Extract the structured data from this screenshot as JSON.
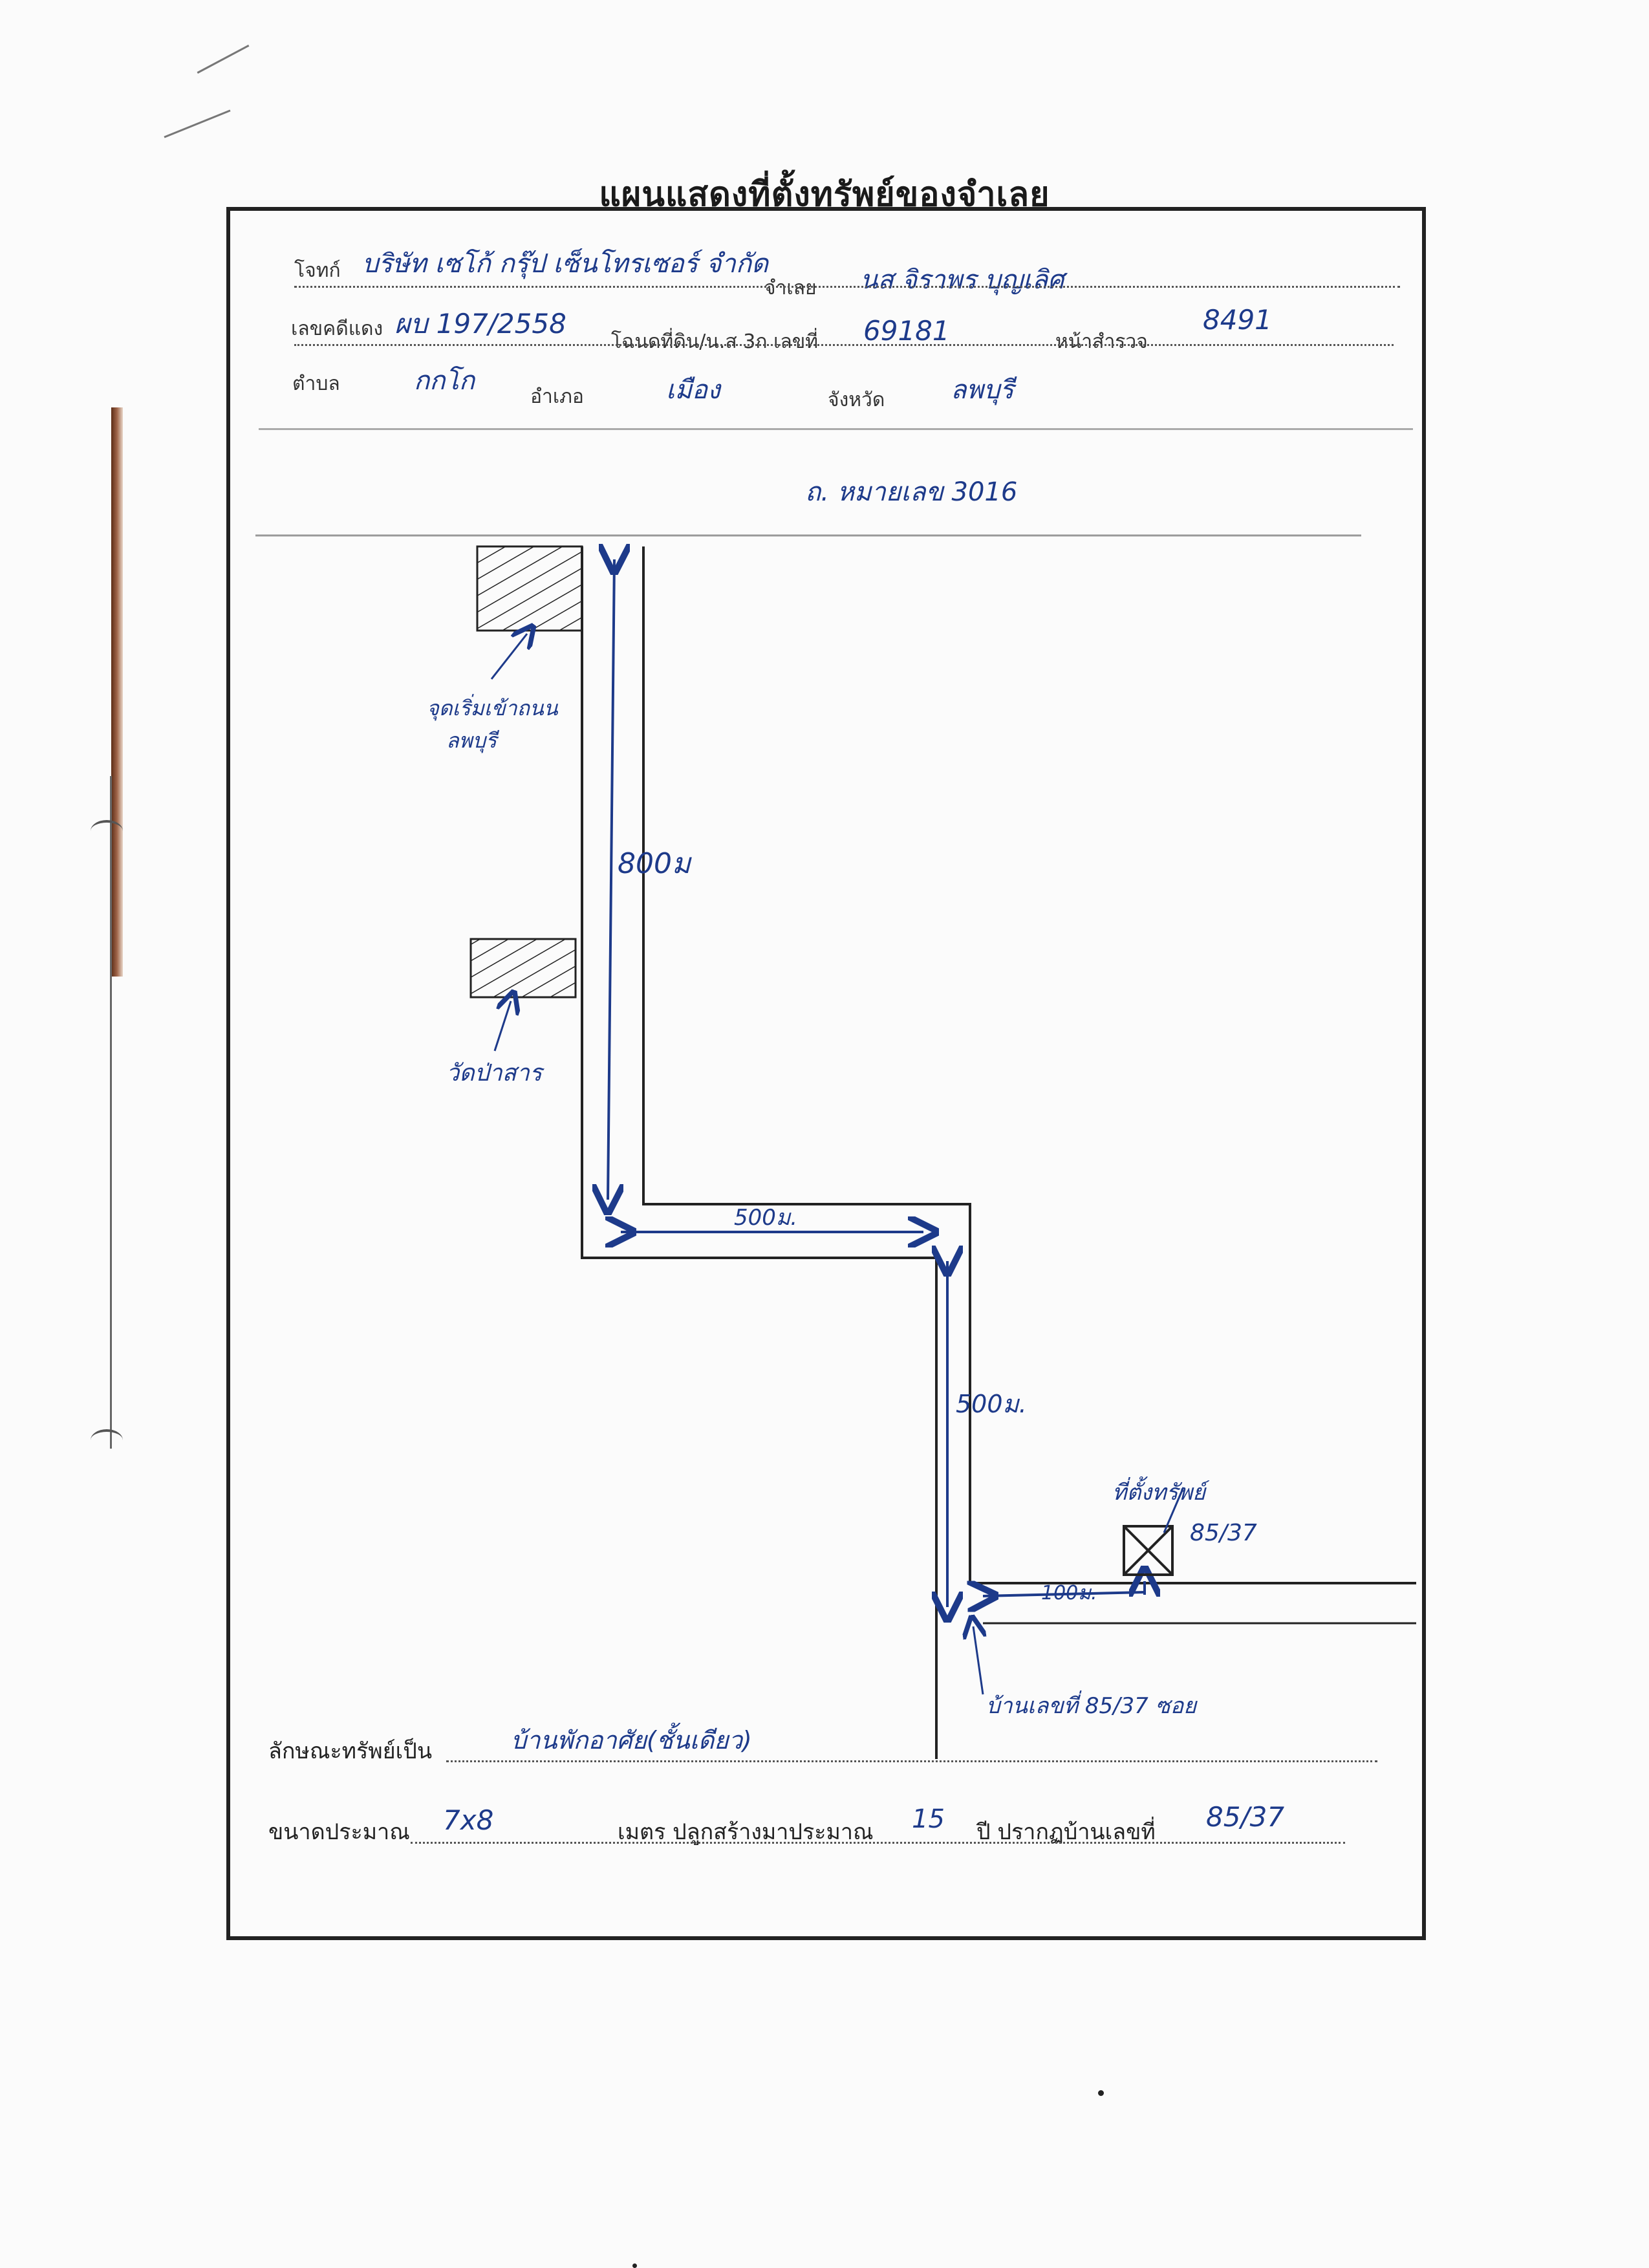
{
  "document": {
    "title": "แผนแสดงที่ตั้งทรัพย์ของจำเลย"
  },
  "header": {
    "plaintiff_label": "โจทก์",
    "plaintiff_value": "บริษัท เซโก้ กรุ๊ป เซ็นโทรเซอร์ จำกัด",
    "defendant_label": "จำเลย",
    "defendant_value": "นส จิราพร บุญเลิศ",
    "case_label": "เลขคดีแดง",
    "case_value": "ผบ 197/2558",
    "deed_label": "โฉนดที่ดิน/น.ส 3ก เลขที่",
    "deed_value": "69181",
    "survey_label": "หน้าสำรวจ",
    "survey_value": "8491",
    "subdistrict_label": "ตำบล",
    "subdistrict_value": "กกโก",
    "district_label": "อำเภอ",
    "district_value": "เมือง",
    "province_label": "จังหวัด",
    "province_value": "ลพบุรี"
  },
  "map": {
    "highway_label": "ถ. หมายเลข 3016",
    "landmark_top_label_line1": "จุดเริ่มเข้าถนน",
    "landmark_top_label_line2": "ลพบุรี",
    "landmark_temple_label": "วัดป่าสาร",
    "dist_vertical_1": "800ม",
    "dist_horizontal": "500ม.",
    "dist_vertical_2": "500ม.",
    "dist_final": "100ม.",
    "target_label": "ที่ตั้งทรัพย์",
    "house_number_label": "85/37",
    "neighbor_label": "บ้านเลขที่ 85/37 ซอย"
  },
  "footer": {
    "property_type_label": "ลักษณะทรัพย์เป็น",
    "property_type_value": "บ้านพักอาศัย(ชั้นเดียว)",
    "size_label": "ขนาดประมาณ",
    "size_value": "7x8",
    "built_label": "เมตร ปลูกสร้างมาประมาณ",
    "built_value": "15",
    "house_no_label": "ปี ปรากฏบ้านเลขที่",
    "house_no_value": "85/37"
  }
}
